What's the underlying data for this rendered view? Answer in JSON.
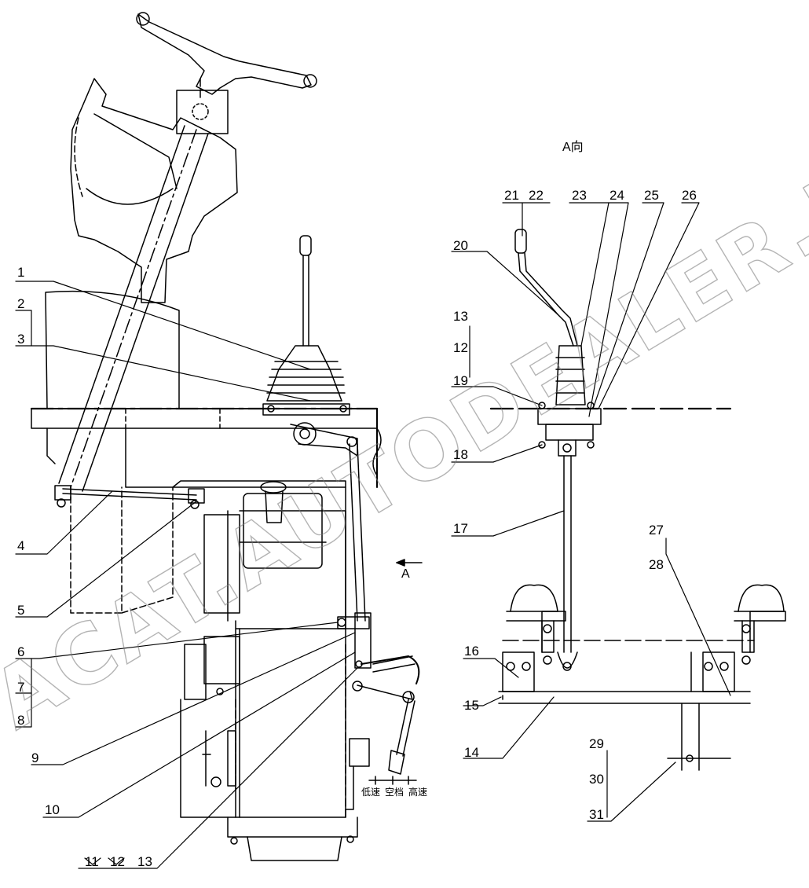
{
  "watermark": "ACAT.AUTODEALER.RU",
  "view_label": "A向",
  "section_arrow_label": "A",
  "gear_labels": [
    "低速",
    "空档",
    "高速"
  ],
  "callouts": {
    "c1": "1",
    "c2": "2",
    "c3": "3",
    "c4": "4",
    "c5": "5",
    "c6": "6",
    "c7": "7",
    "c8": "8",
    "c9": "9",
    "c10": "10",
    "c11": "11",
    "c12": "12",
    "c13": "13",
    "c14": "14",
    "c15": "15",
    "c16": "16",
    "c17": "17",
    "c18": "18",
    "c19": "19",
    "c20": "20",
    "c21": "21",
    "c22": "22",
    "c23": "23",
    "c24": "24",
    "c25": "25",
    "c26": "26",
    "c27": "27",
    "c28": "28",
    "c29": "29",
    "c30": "30",
    "c31": "31",
    "c12b": "12",
    "c13b": "13"
  },
  "colors": {
    "line": "#000000",
    "watermark": "#777777"
  }
}
